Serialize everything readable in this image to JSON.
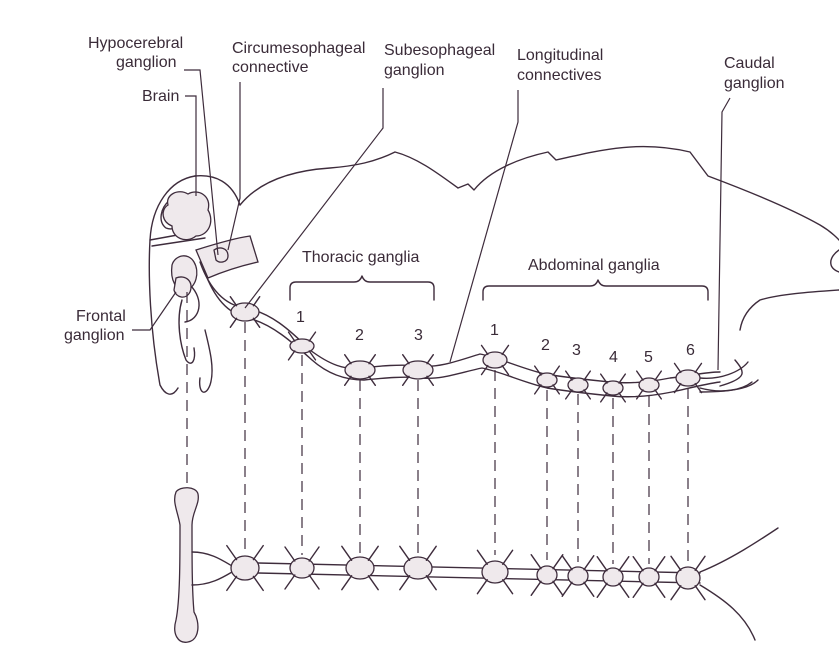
{
  "labels": {
    "hypocerebral": [
      "Hypocerebral",
      "ganglion"
    ],
    "circumesophageal": [
      "Circumesophageal",
      "connective"
    ],
    "subesophageal": [
      "Subesophageal",
      "ganglion"
    ],
    "longitudinal": [
      "Longitudinal",
      "connectives"
    ],
    "caudal": [
      "Caudal",
      "ganglion"
    ],
    "brain": "Brain",
    "frontal": [
      "Frontal",
      "ganglion"
    ],
    "thoracic": "Thoracic ganglia",
    "abdominal": "Abdominal ganglia"
  },
  "thoracic_numbers": [
    "1",
    "2",
    "3"
  ],
  "abdominal_numbers": [
    "1",
    "2",
    "3",
    "4",
    "5",
    "6"
  ],
  "colors": {
    "ink": "#3e2c3c",
    "stipple": "#efe9ec",
    "background": "#ffffff"
  }
}
